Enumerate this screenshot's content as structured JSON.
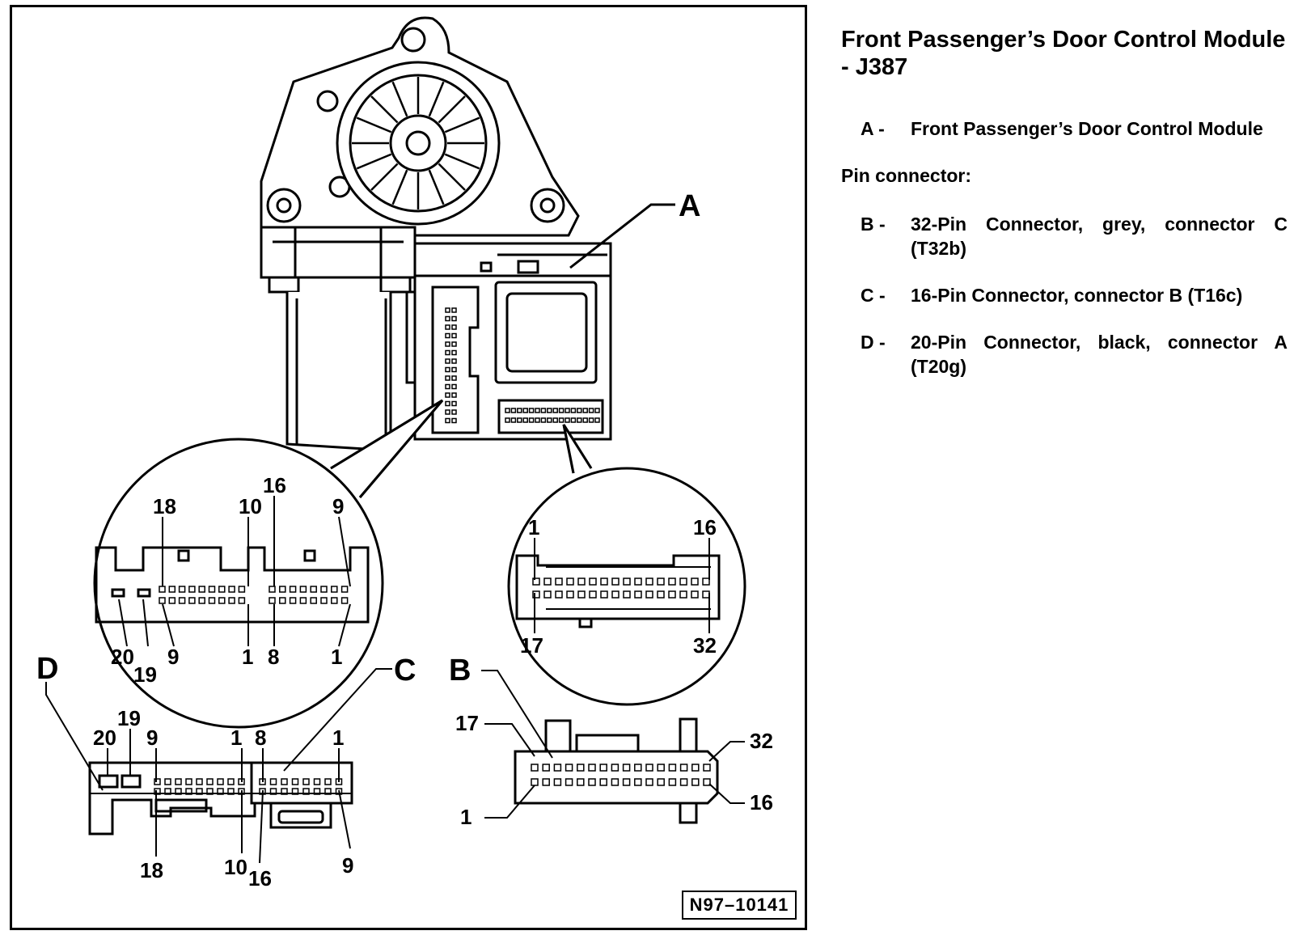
{
  "legend": {
    "title": "Front Passenger’s Door Control Module - J387",
    "item_a": {
      "key": "A -",
      "text": "Front Passenger’s Door Control Module"
    },
    "heading": "Pin connector:",
    "item_b": {
      "key": "B -",
      "text": "32-Pin Connector, grey, connector C (T32b)"
    },
    "item_c": {
      "key": "C -",
      "text": "16-Pin Connector, connector B (T16c)"
    },
    "item_d": {
      "key": "D -",
      "text": "20-Pin Connector, black, connector A (T20g)"
    }
  },
  "figure": {
    "id": "N97–10141",
    "callouts": {
      "a": "A",
      "b": "B",
      "c": "C",
      "d": "D"
    },
    "left_zoom": {
      "top": [
        "18",
        "10",
        "16",
        "9"
      ],
      "bottom": [
        "20",
        "19",
        "9",
        "1",
        "8",
        "1"
      ]
    },
    "right_zoom": {
      "top": [
        "1",
        "16"
      ],
      "bottom": [
        "17",
        "32"
      ]
    },
    "conn_d": {
      "top": [
        "19",
        "20",
        "9",
        "1"
      ],
      "bottom": [
        "18",
        "10"
      ]
    },
    "conn_c": {
      "top": [
        "8",
        "1"
      ],
      "bottom": [
        "16",
        "9"
      ]
    },
    "conn_b": {
      "left": [
        "17",
        "1"
      ],
      "right": [
        "32",
        "16"
      ]
    }
  }
}
